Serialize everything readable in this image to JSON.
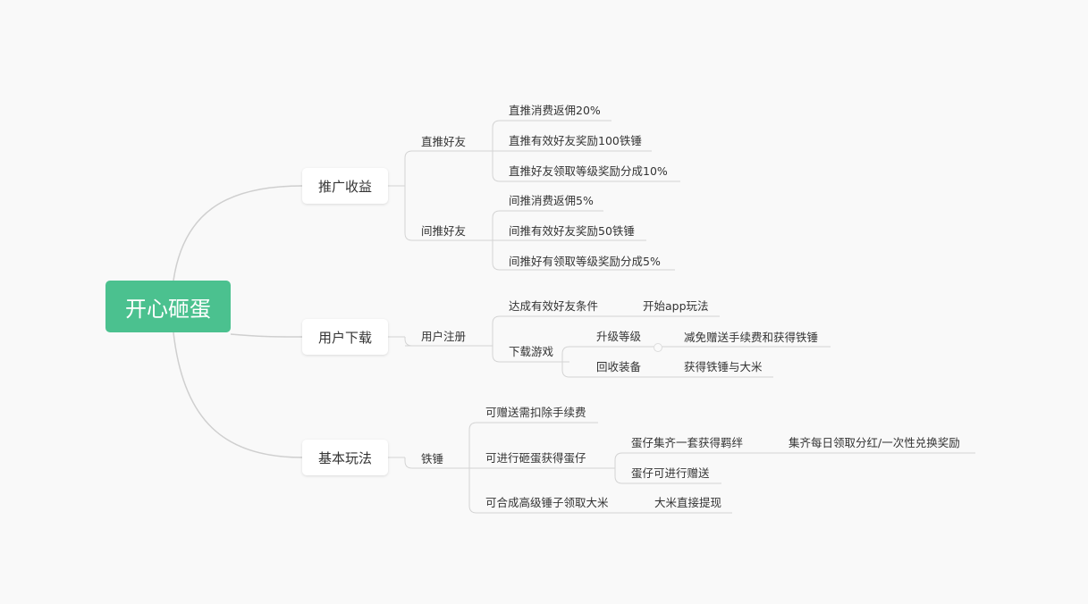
{
  "root": "开心砸蛋",
  "branches": [
    {
      "label": "推广收益",
      "children": [
        {
          "label": "直推好友",
          "children": [
            "直推消费返佣20%",
            "直推有效好友奖励100铁锤",
            "直推好友领取等级奖励分成10%"
          ]
        },
        {
          "label": "间推好友",
          "children": [
            "间推消费返佣5%",
            "间推有效好友奖励50铁锤",
            "间推好有领取等级奖励分成5%"
          ]
        }
      ]
    },
    {
      "label": "用户下载",
      "children": [
        {
          "label": "用户注册",
          "children": [
            {
              "label": "达成有效好友条件",
              "children": [
                "开始app玩法"
              ]
            },
            {
              "label": "下载游戏",
              "children": [
                {
                  "label": "升级等级",
                  "children": [
                    "减免赠送手续费和获得铁锤"
                  ]
                },
                {
                  "label": "回收装备",
                  "children": [
                    "获得铁锤与大米"
                  ]
                }
              ]
            }
          ]
        }
      ]
    },
    {
      "label": "基本玩法",
      "children": [
        {
          "label": "铁锤",
          "children": [
            {
              "label": "可赠送需扣除手续费"
            },
            {
              "label": "可进行砸蛋获得蛋仔",
              "children": [
                {
                  "label": "蛋仔集齐一套获得羁绊",
                  "children": [
                    "集齐每日领取分红/一次性兑换奖励"
                  ]
                },
                {
                  "label": "蛋仔可进行赠送"
                }
              ]
            },
            {
              "label": "可合成高级锤子领取大米",
              "children": [
                "大米直接提现"
              ]
            }
          ]
        }
      ]
    }
  ]
}
